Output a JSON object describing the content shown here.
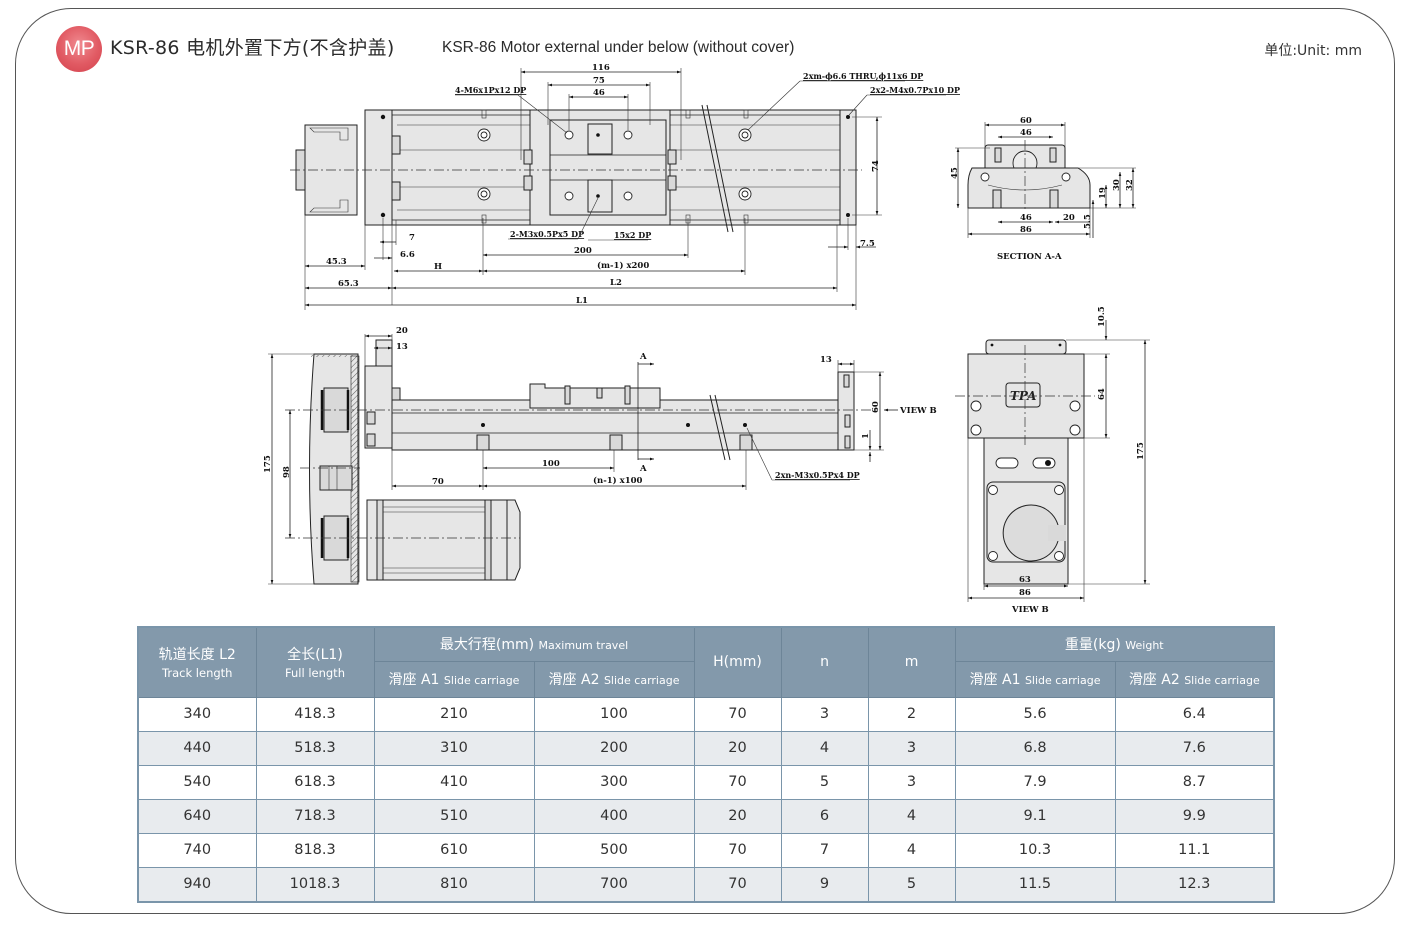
{
  "header": {
    "badge": "MP",
    "title_cn": "KSR-86 电机外置下方(不含护盖)",
    "title_en": "KSR-86 Motor external under below (without cover)",
    "unit": "单位:Unit: mm",
    "badge_color": "#e15a63"
  },
  "drawing": {
    "top_view": {
      "dims": {
        "d116": "116",
        "d75": "75",
        "d46": "46",
        "tap_holes": "4-M6x1Px12 DP",
        "thru_holes": "2xm-ϕ6.6 THRU,ϕ11x6 DP",
        "end_holes": "2x2-M4x0.7Px10 DP",
        "pin_holes": "2-M3x0.5Px5 DP",
        "pin_slot": "15x2 DP",
        "d7": "7",
        "d6_6": "6.6",
        "d45_3": "45.3",
        "d65_3": "65.3",
        "H": "H",
        "d200": "200",
        "pitch200": "(m-1) x200",
        "L2": "L2",
        "L1": "L1",
        "d7_5": "7.5",
        "d74": "74"
      }
    },
    "section_aa": {
      "label": "SECTION A-A",
      "dims": {
        "d60": "60",
        "d46_top": "46",
        "d45": "45",
        "d46_bot": "46",
        "d20": "20",
        "d86": "86",
        "d19": "19",
        "d30": "30",
        "d32": "32",
        "d5_5": "5.5"
      }
    },
    "side_view": {
      "dims": {
        "d20": "20",
        "d13": "13",
        "d175": "175",
        "d98": "98",
        "d70": "70",
        "d100": "100",
        "pitch100": "(n-1) x100",
        "d13_right": "13",
        "d60": "60",
        "d1": "1",
        "bottom_holes": "2xn-M3x0.5Px4 DP",
        "section_mark_top": "A",
        "section_mark_bottom": "A",
        "view_b_arrow": "VIEW B"
      }
    },
    "view_b": {
      "label": "VIEW B",
      "logo": "TPA",
      "dims": {
        "d10_5": "10.5",
        "d64": "64",
        "d175": "175",
        "d63": "63",
        "d86": "86"
      }
    }
  },
  "table": {
    "headers": {
      "track_cn": "轨道长度 L2",
      "track_en": "Track length",
      "full_cn": "全长(L1)",
      "full_en": "Full length",
      "travel_cn": "最大行程(mm)",
      "travel_en": "Maximum travel",
      "h": "H(mm)",
      "n": "n",
      "m": "m",
      "weight_cn": "重量(kg)",
      "weight_en": "Weight",
      "a1_cn": "滑座 A1",
      "a2_cn": "滑座 A2",
      "slide_en": "Slide carriage"
    },
    "rows": [
      {
        "l2": "340",
        "l1": "418.3",
        "travel_a1": "210",
        "travel_a2": "100",
        "h": "70",
        "n": "3",
        "m": "2",
        "weight_a1": "5.6",
        "weight_a2": "6.4"
      },
      {
        "l2": "440",
        "l1": "518.3",
        "travel_a1": "310",
        "travel_a2": "200",
        "h": "20",
        "n": "4",
        "m": "3",
        "weight_a1": "6.8",
        "weight_a2": "7.6"
      },
      {
        "l2": "540",
        "l1": "618.3",
        "travel_a1": "410",
        "travel_a2": "300",
        "h": "70",
        "n": "5",
        "m": "3",
        "weight_a1": "7.9",
        "weight_a2": "8.7"
      },
      {
        "l2": "640",
        "l1": "718.3",
        "travel_a1": "510",
        "travel_a2": "400",
        "h": "20",
        "n": "6",
        "m": "4",
        "weight_a1": "9.1",
        "weight_a2": "9.9"
      },
      {
        "l2": "740",
        "l1": "818.3",
        "travel_a1": "610",
        "travel_a2": "500",
        "h": "70",
        "n": "7",
        "m": "4",
        "weight_a1": "10.3",
        "weight_a2": "11.1"
      },
      {
        "l2": "940",
        "l1": "1018.3",
        "travel_a1": "810",
        "travel_a2": "700",
        "h": "70",
        "n": "9",
        "m": "5",
        "weight_a1": "11.5",
        "weight_a2": "12.3"
      }
    ],
    "header_color": "#8399ab",
    "alt_row_color": "#e8ebee"
  }
}
